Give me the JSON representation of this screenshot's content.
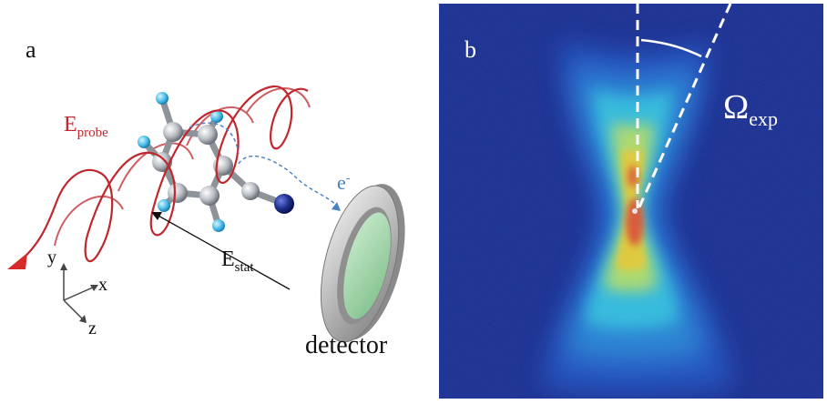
{
  "panel_a": {
    "label": "a",
    "probe_label": "E",
    "probe_sub": "probe",
    "stat_label": "E",
    "stat_sub": "stat",
    "electron_label": "e",
    "electron_sup": "-",
    "detector_label": "detector",
    "axes": {
      "y": "y",
      "x": "x",
      "z": "z"
    },
    "colors": {
      "probe": "#c0272d",
      "electron": "#4a7fc1",
      "detector_ring": "#b9b9b9",
      "detector_window": "#9fd0a8",
      "atom": "#b8bcc2",
      "h_atom": "#4fc0ea",
      "n_atom": "#1f2f8f"
    }
  },
  "panel_b": {
    "label": "b",
    "omega_label": "Ω",
    "omega_sub": "exp",
    "colors": {
      "background": "#1b2e8f",
      "dashed": "#ffffff"
    }
  }
}
